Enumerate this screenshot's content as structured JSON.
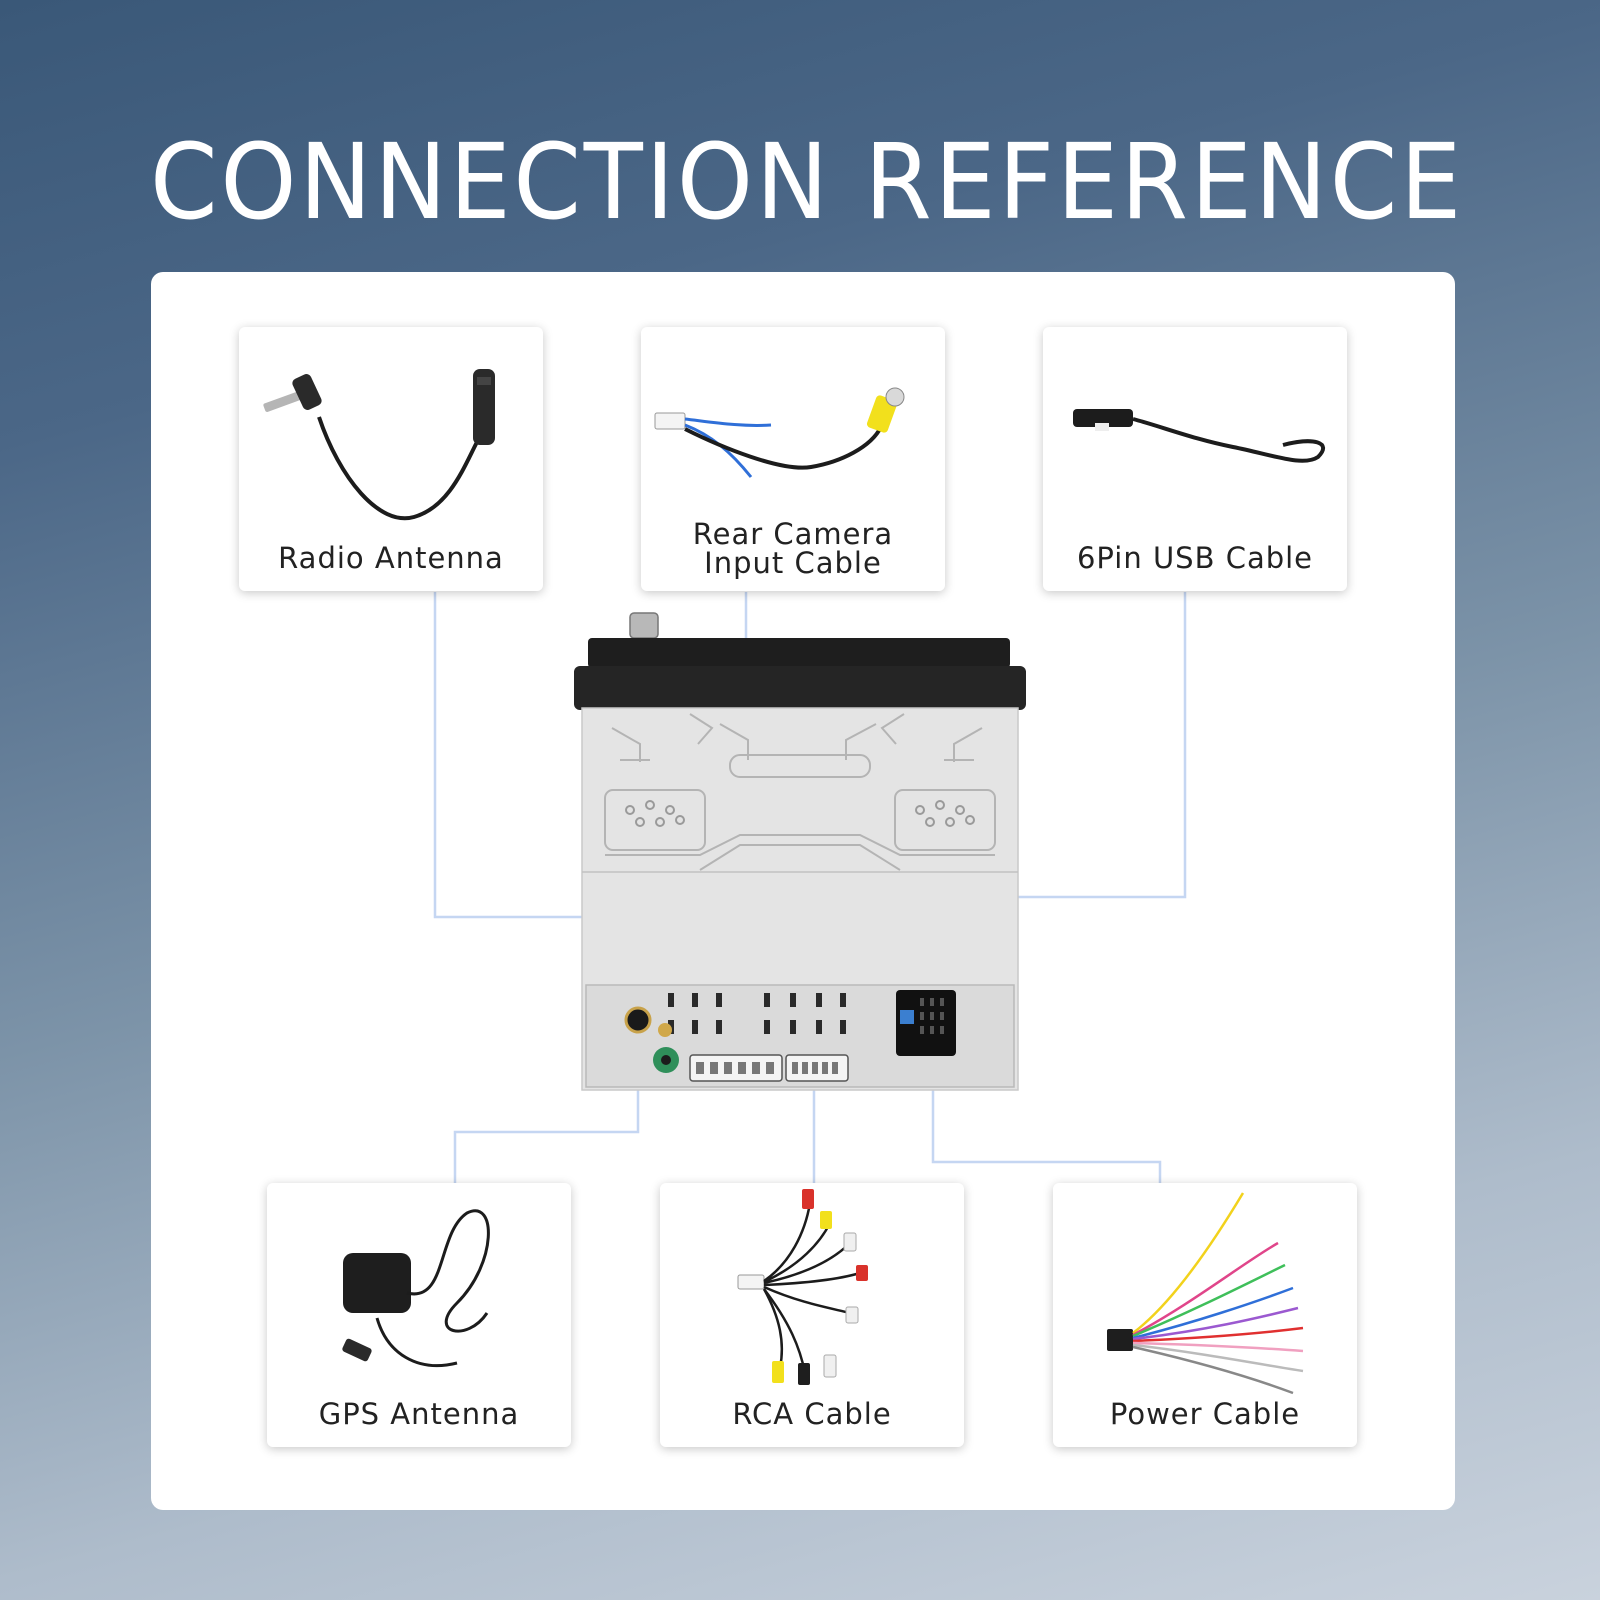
{
  "title": "CONNECTION REFERENCE",
  "connectors": {
    "radio_antenna": "Radio Antenna",
    "rear_camera_line1": "Rear Camera",
    "rear_camera_line2": "Input Cable",
    "usb_cable": "6Pin USB Cable",
    "gps_antenna": "GPS Antenna",
    "rca_cable": "RCA Cable",
    "power_cable": "Power Cable"
  },
  "colors": {
    "leader_line": "#c5d6f2",
    "chassis": "#e4e4e4",
    "front_panel": "#1e1e1e",
    "rca_yellow": "#f2e01c",
    "rca_red": "#d9322b",
    "rca_white": "#f0f0f0",
    "camera_wire_blue": "#2f6fd8"
  }
}
